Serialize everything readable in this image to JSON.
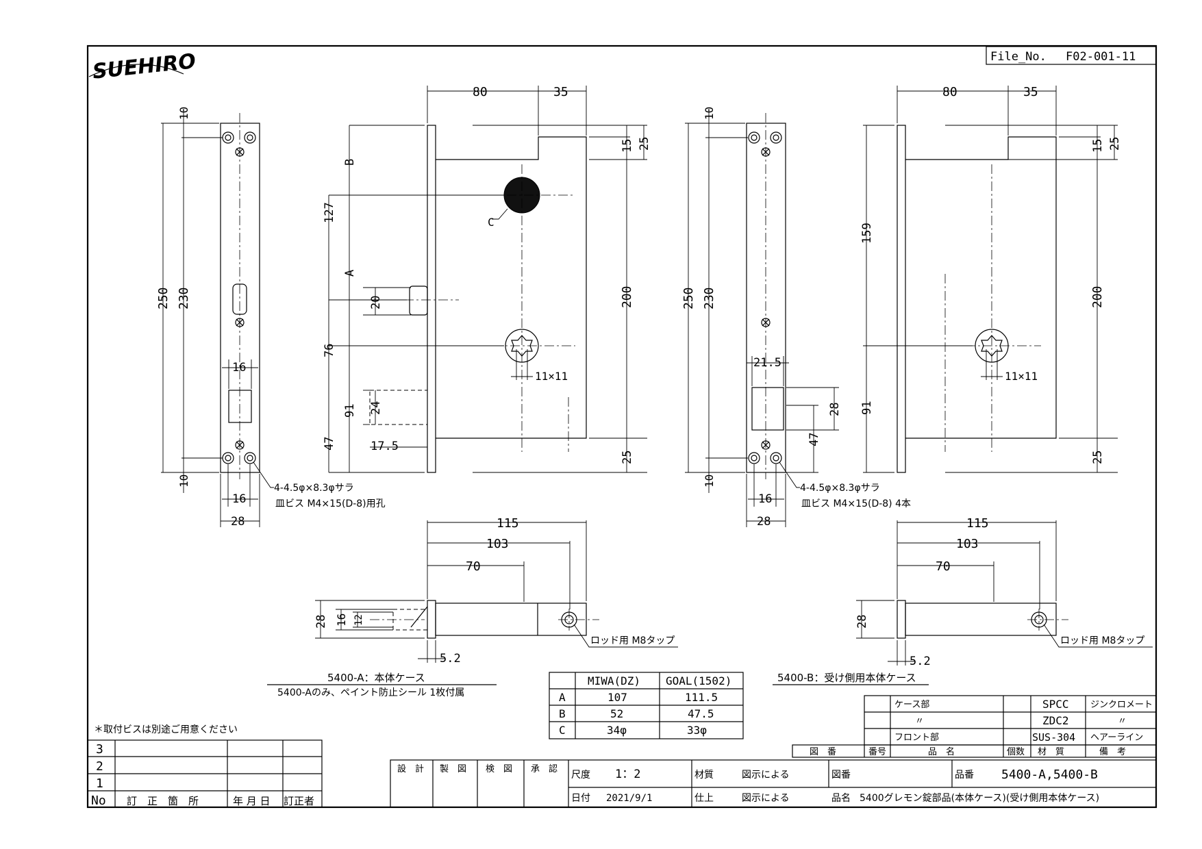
{
  "header": {
    "logo_text": "SUEHIRO",
    "file_no_label": "File_No.",
    "file_no_value": "F02-001-11"
  },
  "views": {
    "a_front_dims": {
      "d10_top": "10",
      "d250": "250",
      "d230": "230",
      "d16_strike": "16",
      "d10_bottom": "10",
      "d16_holes": "16",
      "d28": "28"
    },
    "a_side_dims": {
      "d80": "80",
      "d35": "35",
      "d15": "15",
      "d25_top": "25",
      "B": "B",
      "d127": "127",
      "A": "A",
      "C": "C",
      "d20": "20",
      "d76": "76",
      "d11x11": "11×11",
      "d24": "24",
      "d91": "91",
      "d200": "200",
      "d17_5": "17.5",
      "d47": "47",
      "d25_bottom": "25"
    },
    "a_screw_note_1": "4-4.5φ×8.3φサラ",
    "a_screw_note_2": "皿ビス M4×15(D-8)用孔",
    "b_front_dims": {
      "d10_top": "10",
      "d250": "250",
      "d230": "230",
      "d21_5": "21.5",
      "d28_strike": "28",
      "d47": "47",
      "d10_bottom": "10",
      "d16_holes": "16",
      "d28": "28"
    },
    "b_side_dims": {
      "d80": "80",
      "d35": "35",
      "d15": "15",
      "d25_top": "25",
      "d159": "159",
      "d200": "200",
      "d11x11": "11×11",
      "d91": "91",
      "d25_bottom": "25"
    },
    "b_screw_note_1": "4-4.5φ×8.3φサラ",
    "b_screw_note_2": "皿ビス M4×15(D-8) 4本",
    "a_bottom_dims": {
      "d115": "115",
      "d103": "103",
      "d70": "70",
      "d28": "28",
      "d16": "16",
      "d12": "12",
      "d5_2": "5.2",
      "tap_note": "ロッド用 M8タップ"
    },
    "b_bottom_dims": {
      "d115": "115",
      "d103": "103",
      "d70": "70",
      "d28": "28",
      "d5_2": "5.2",
      "tap_note": "ロッド用 M8タップ"
    },
    "caption_a_1": "5400-A：本体ケース",
    "caption_a_2": "5400-Aのみ、ペイント防止シール 1枚付属",
    "caption_b": "5400-B：受け側用本体ケース"
  },
  "spec_table": {
    "headers": [
      "",
      "MIWA(DZ)",
      "GOAL(1502)"
    ],
    "rows": [
      [
        "A",
        "107",
        "111.5"
      ],
      [
        "B",
        "52",
        "47.5"
      ],
      [
        "C",
        "34φ",
        "33φ"
      ]
    ]
  },
  "parts_table": {
    "rows": [
      {
        "part": "ケース部",
        "material": "SPCC",
        "note": "ジンクロメート"
      },
      {
        "part": "〃",
        "material": "ZDC2",
        "note": "〃"
      },
      {
        "part": "フロント部",
        "material": "SUS-304",
        "note": "ヘアーライン"
      }
    ],
    "headers": [
      "図　番",
      "番号",
      "品　名",
      "個数",
      "材　質",
      "備　考"
    ]
  },
  "notes": {
    "screws": "＊取付ビスは別途ご用意ください"
  },
  "revision_table": {
    "rows": [
      "3",
      "2",
      "1"
    ],
    "headers": [
      "No",
      "訂　正　箇　所",
      "年 月 日",
      "訂正者"
    ]
  },
  "title_block": {
    "sign_labels": [
      "設　計",
      "製　図",
      "検　図",
      "承　認"
    ],
    "scale_label": "尺度",
    "scale_value": "1：2",
    "date_label": "日付",
    "date_value": "2021/9/1",
    "material_label": "材質",
    "material_value": "図示による",
    "finish_label": "仕上",
    "finish_value": "図示による",
    "drawing_no_label": "図番",
    "part_no_label": "品番",
    "part_no_value": "5400-A,5400-B",
    "name_label": "品名",
    "name_value": "5400グレモン錠部品(本体ケース)(受け側用本体ケース)"
  }
}
